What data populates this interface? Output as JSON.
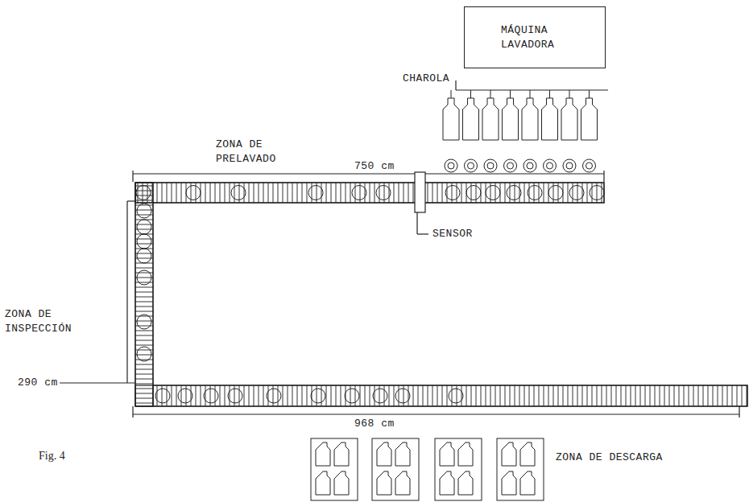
{
  "diagram": {
    "nodes": [
      {
        "text": [
          "MÁQUINA LAVADORA"
        ]
      }
    ],
    "labels": [
      "CHAROLA",
      "ZONA DE PRELAVADO",
      "750 cm",
      "SENSOR",
      "ZONA DE INSPECCIÓN",
      "290 cm",
      "968 cm",
      "Fig. 4",
      "ZONA DE DESCARGA"
    ]
  }
}
